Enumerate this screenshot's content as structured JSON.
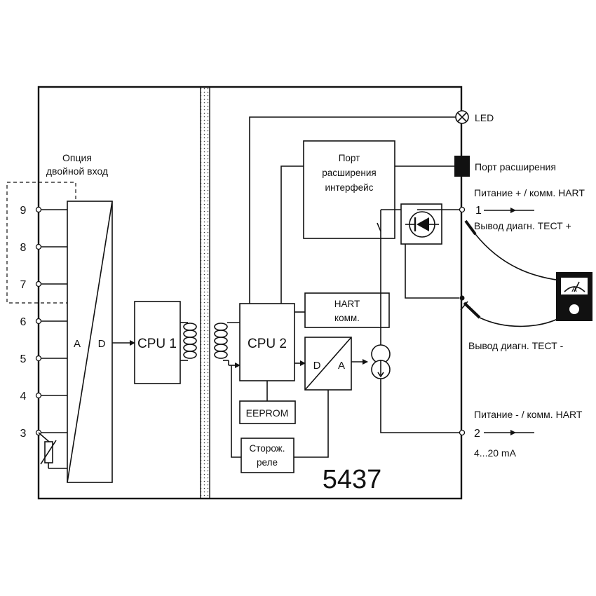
{
  "labels": {
    "dual_input_line1": "Опция",
    "dual_input_line2": "двойной вход",
    "adc_a": "A",
    "adc_d": "D",
    "cpu1": "CPU 1",
    "cpu2": "CPU 2",
    "port_line1": "Порт",
    "port_line2": "расширения",
    "port_line3": "интерфейс",
    "hart_line1": "HART",
    "hart_line2": "комм.",
    "dac_d": "D",
    "dac_a": "A",
    "eeprom": "EEPROM",
    "watchdog_line1": "Сторож.",
    "watchdog_line2": "реле",
    "model": "5437",
    "led": "LED",
    "ext_port": "Порт расширения",
    "supply_plus": "Питание + / комм. HART",
    "test_plus": "Вывод диагн. ТЕСТ +",
    "test_minus": "Вывод диагн. ТЕСТ -",
    "supply_minus": "Питание - / комм. HART",
    "current_range": "4...20 mA",
    "meter_symbol": "A"
  },
  "terminals_left": [
    "9",
    "8",
    "7",
    "6",
    "5",
    "4",
    "3"
  ],
  "terminals_right": [
    "1",
    "2"
  ]
}
